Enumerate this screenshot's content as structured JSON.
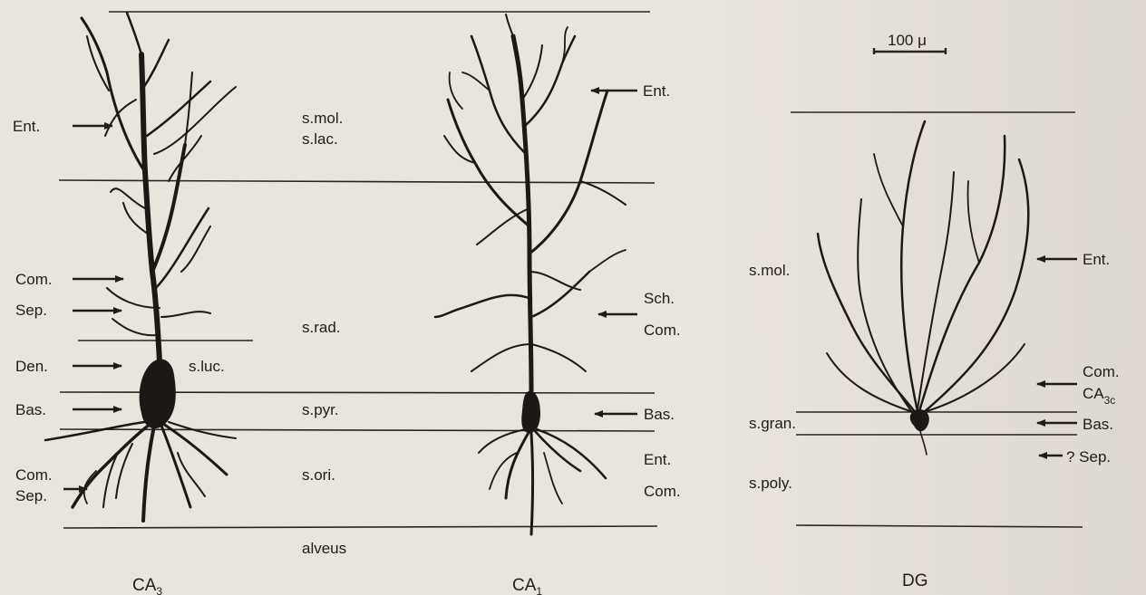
{
  "layers_mid": {
    "mol": "s.mol.",
    "lac": "s.lac.",
    "rad": "s.rad.",
    "luc": "s.luc.",
    "pyr": "s.pyr.",
    "ori": "s.ori.",
    "alveus": "alveus"
  },
  "ca3": {
    "title_main": "CA",
    "title_sub": "3",
    "inputs": [
      "Ent.",
      "Com.",
      "Sep.",
      "Den.",
      "Bas.",
      "Com.",
      "Sep."
    ]
  },
  "ca1": {
    "title_main": "CA",
    "title_sub": "1",
    "inputs": [
      "Ent.",
      "Sch.",
      "Com.",
      "Bas.",
      "Ent.",
      "Com."
    ]
  },
  "dg": {
    "title": "DG",
    "scale": "100 μ",
    "layers": {
      "mol": "s.mol.",
      "gran": "s.gran.",
      "poly": "s.poly."
    },
    "inputs": [
      "Ent.",
      "Com.",
      "CA",
      "3c",
      "Bas.",
      "? Sep."
    ]
  },
  "colors": {
    "ink": "#1f1c1a",
    "paper": "#e9e4dc"
  }
}
